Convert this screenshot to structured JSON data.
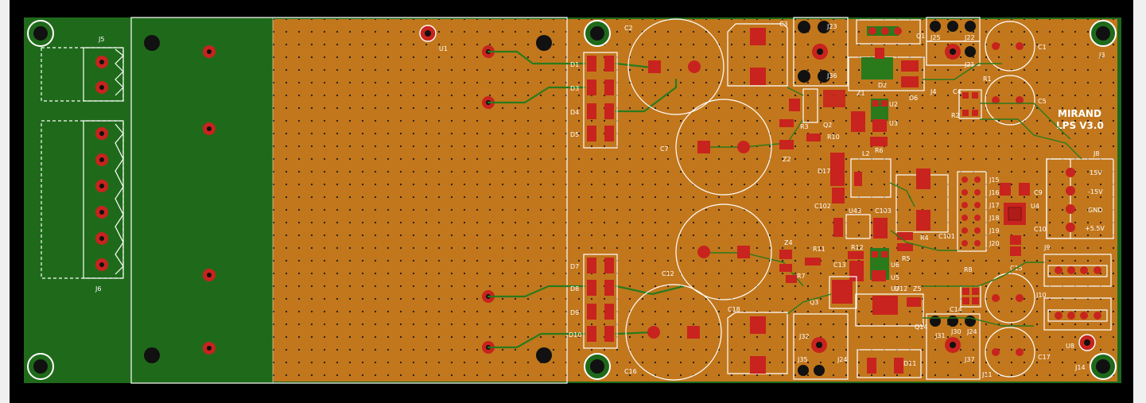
{
  "board": {
    "title_line1": "MIRAND",
    "title_line2": "LPS V3.0",
    "colors": {
      "background": "#000000",
      "board_green": "#1f6a1a",
      "copper_pour": "#c2771c",
      "pad_red": "#c8231e",
      "silkscreen": "#ffffff",
      "trace": "#2a7a1c"
    }
  },
  "labels": {
    "j5": "J5",
    "j6": "J6",
    "u1": "U1",
    "d1": "D1",
    "d3": "D3",
    "d4": "D4",
    "d5": "D5",
    "d7": "D7",
    "d8": "D8",
    "d9": "D9",
    "d10": "D10",
    "c2": "C2",
    "c7": "C7",
    "c12": "C12",
    "c16": "C16",
    "c18": "C18",
    "c3": "C3",
    "c4": "C4",
    "c1": "C1",
    "c5": "C5",
    "c9": "C9",
    "c10": "C10",
    "c11": "C11",
    "c13": "C13",
    "c14": "C14",
    "c15": "C15",
    "c17": "C17",
    "c101": "C101",
    "c102": "C102",
    "c103": "C103",
    "j21": "J21",
    "j22": "J22",
    "j23": "J23",
    "j25": "J25",
    "j4": "J4",
    "j3": "J3",
    "j8": "J8",
    "j9": "J9",
    "j10": "J10",
    "j11": "J11",
    "j14": "J14",
    "j15": "J15",
    "j16": "J16",
    "j17": "J17",
    "j18": "J18",
    "j19": "J19",
    "j20": "J20",
    "j24": "J24",
    "j30": "J30",
    "j31": "J31",
    "j32": "J32",
    "j35": "J35",
    "j36": "J36",
    "j37": "J37",
    "q1": "Q1",
    "q2": "Q2",
    "q3": "Q3",
    "q14": "Q14",
    "d2": "D2",
    "d6": "D6",
    "d11": "D11",
    "d12": "D12",
    "d17": "D17",
    "r1": "R1",
    "r2": "R2",
    "r3": "R3",
    "r4": "R4",
    "r5": "R5",
    "r6": "R6",
    "r7": "R7",
    "r8": "R8",
    "r10": "R10",
    "r11": "R11",
    "r12": "R12",
    "z1": "Z1",
    "z2": "Z2",
    "z4": "Z4",
    "z5": "Z5",
    "u2": "U2",
    "u3": "U3",
    "u4": "U4",
    "u5": "U5",
    "u6": "U6",
    "u7": "U7",
    "u8": "U8",
    "u43": "U43",
    "l2": "L2",
    "v15p": "15V",
    "v15n": "-15V",
    "gnd": "GND",
    "v55": "+5.5V"
  }
}
